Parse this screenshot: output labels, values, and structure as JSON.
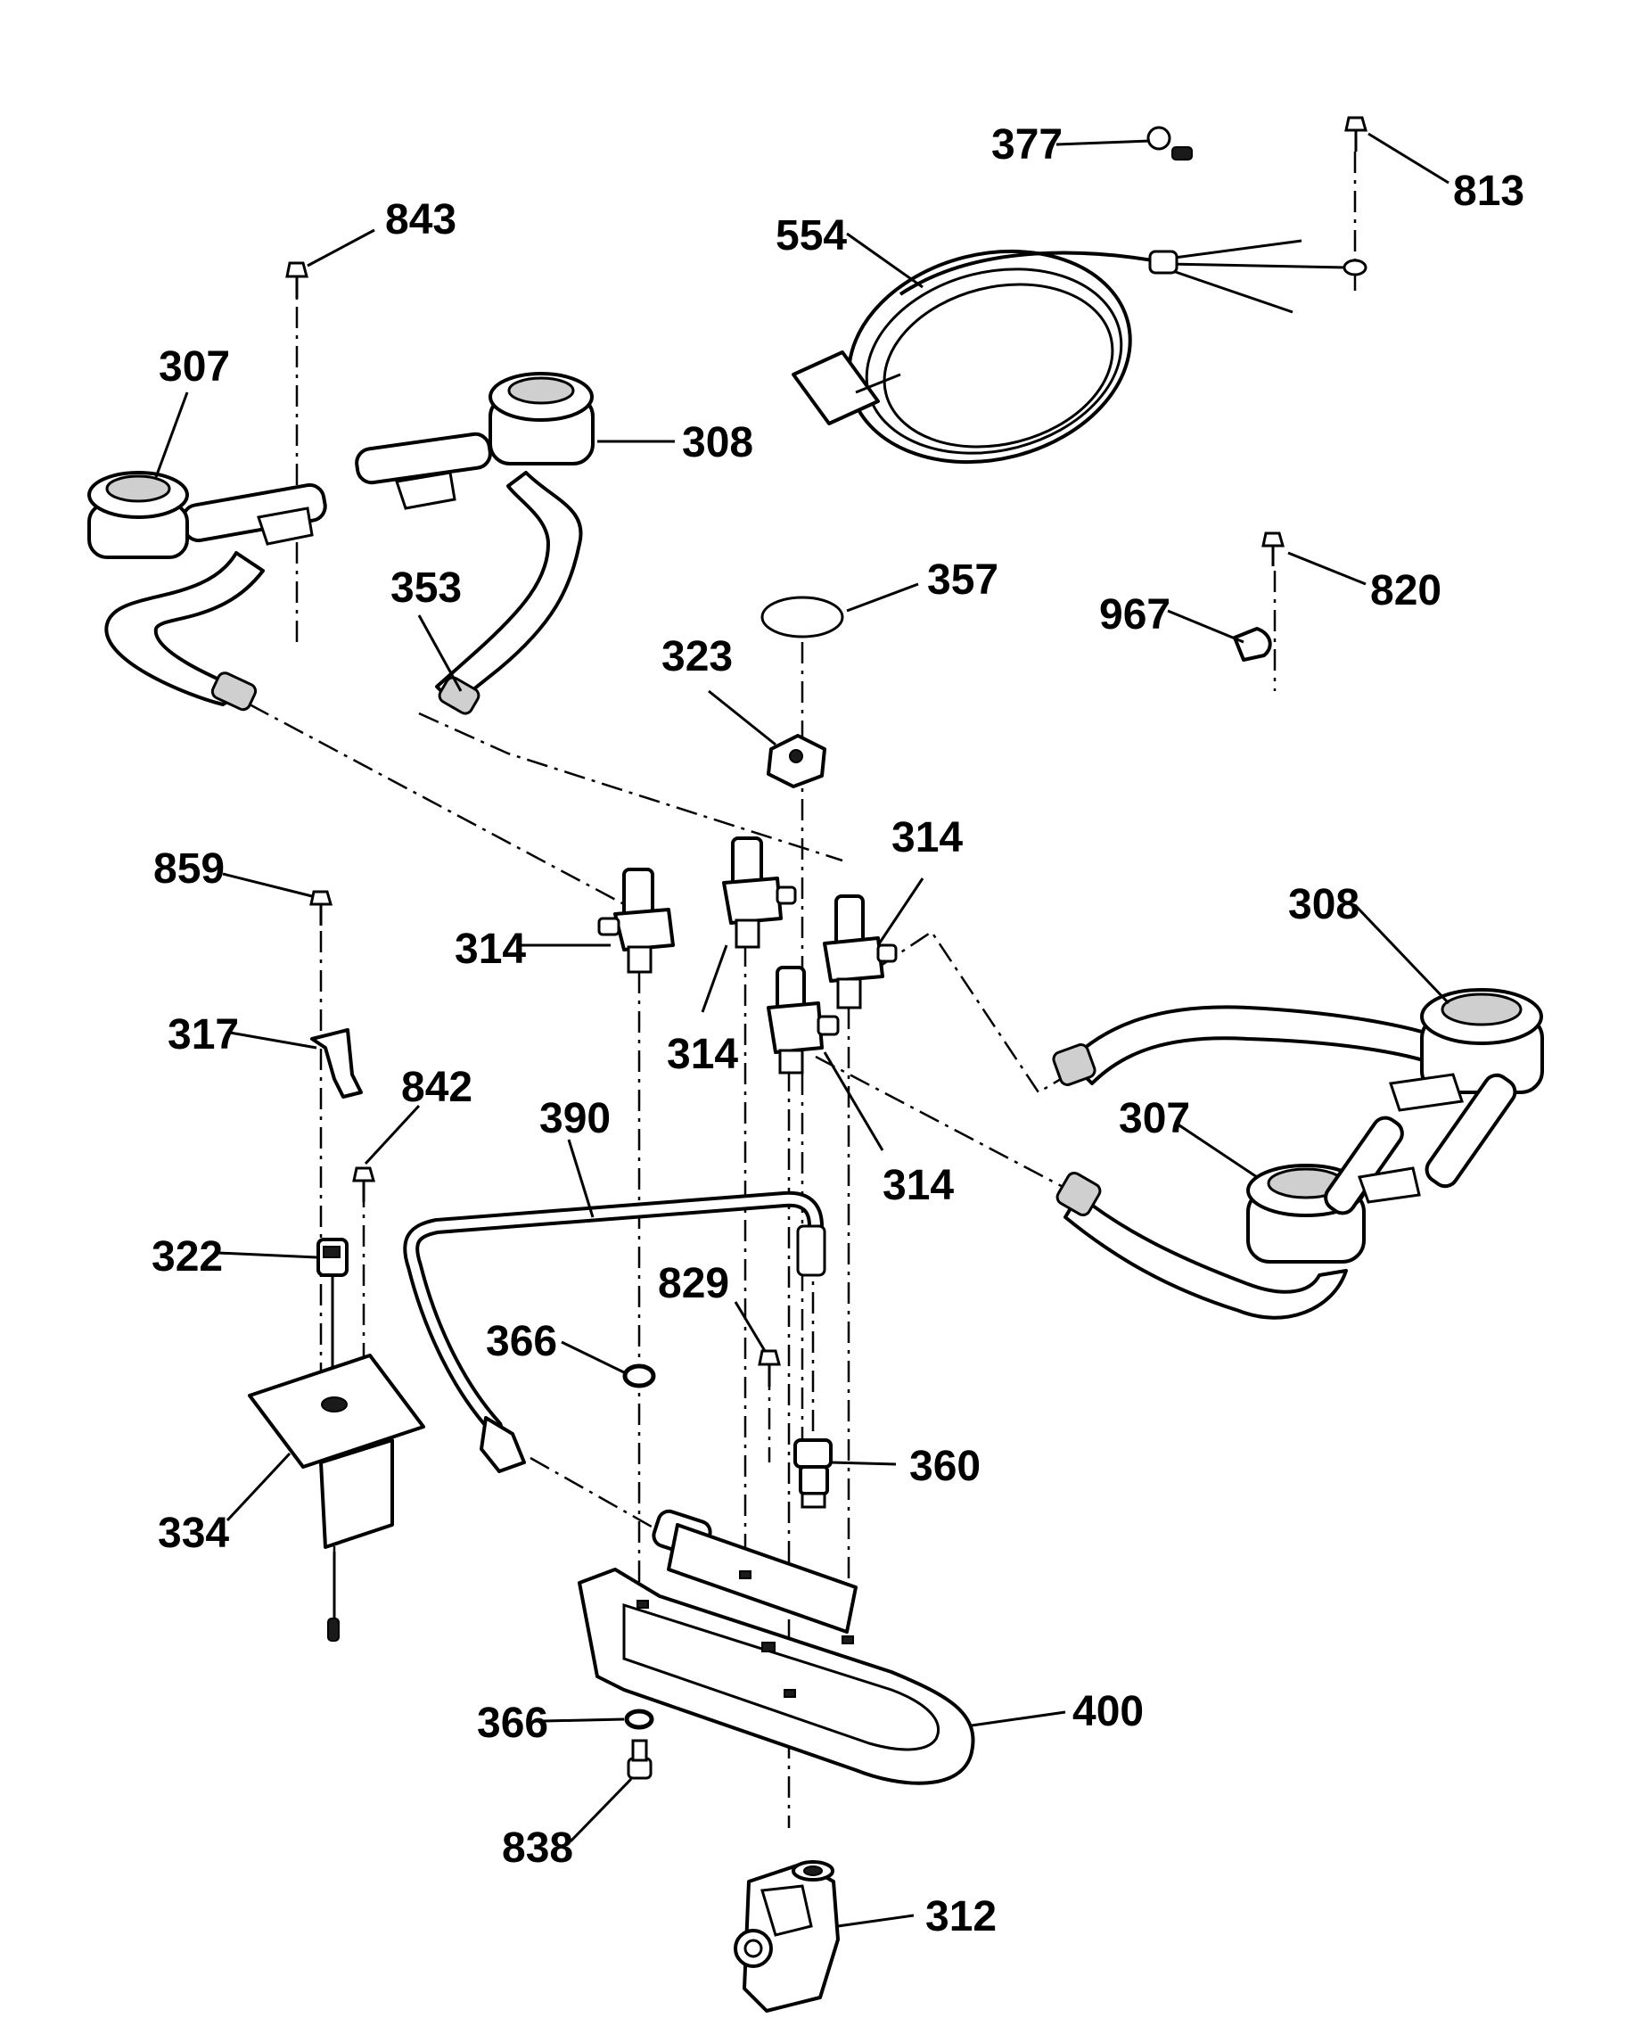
{
  "parts": {
    "p377": "377",
    "p813": "813",
    "p843": "843",
    "p554": "554",
    "p307_left": "307",
    "p308_top": "308",
    "p353": "353",
    "p357": "357",
    "p820": "820",
    "p323": "323",
    "p967": "967",
    "p314_upper_right": "314",
    "p859": "859",
    "p314_left": "314",
    "p308_right": "308",
    "p317": "317",
    "p314_center": "314",
    "p842": "842",
    "p390": "390",
    "p307_right": "307",
    "p314_lower": "314",
    "p322": "322",
    "p829": "829",
    "p366_upper": "366",
    "p360": "360",
    "p334": "334",
    "p400": "400",
    "p366_lower": "366",
    "p838": "838",
    "p312": "312"
  }
}
